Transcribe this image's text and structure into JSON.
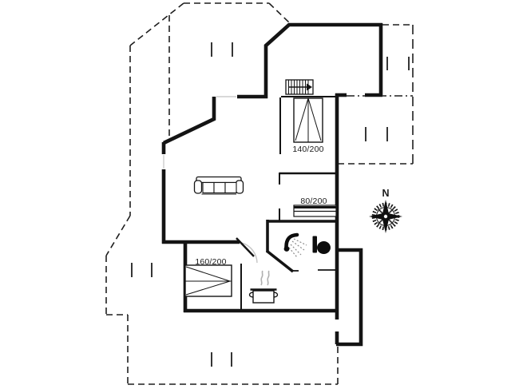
{
  "plan": {
    "type": "holiday-house floor plan drawing",
    "labels": {
      "bed_140": "140/200",
      "bed_80": "80/200",
      "bed_160": "160/200",
      "compass_north": "N"
    },
    "icons": [
      "stairs-icon",
      "bed-140-icon",
      "bed-80-icon",
      "bed-160-icon",
      "sofa-icon",
      "stove-pot-icon",
      "shower-icon",
      "toilet-icon",
      "door-swing-icon",
      "compass-rose-icon"
    ],
    "colors": {
      "background": "#ffffff",
      "wall": "#141414",
      "dashed_outline": "#1f1f1f",
      "window": "#cccccc",
      "door_arc": "#c4c4c4",
      "steam": "#b0b0b0",
      "text": "#1a1a1a"
    }
  }
}
